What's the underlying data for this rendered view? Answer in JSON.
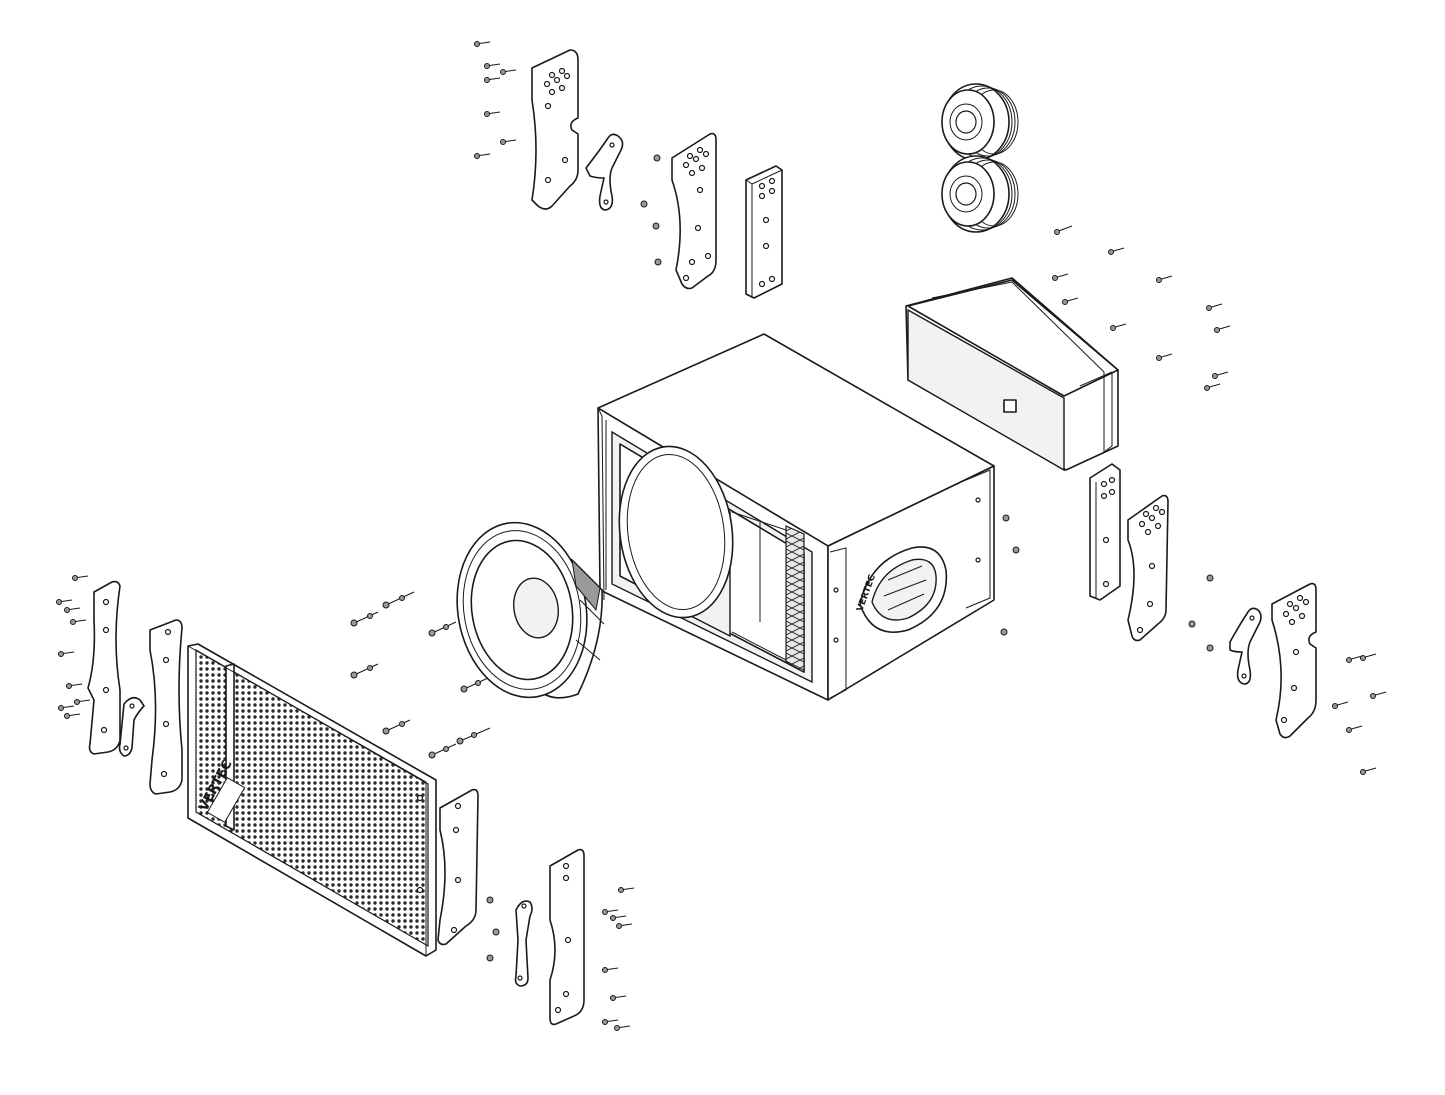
{
  "diagram": {
    "type": "exploded-view",
    "components": [
      "top-left-rigging-plate",
      "top-link-bar",
      "top-mid-rigging-plate",
      "top-rear-rigging-bar",
      "compression-driver-upper",
      "compression-driver-lower",
      "waveguide-horn",
      "cabinet-enclosure",
      "woofer",
      "front-grille",
      "left-rigging-plate-outer",
      "left-link-bar",
      "left-rigging-plate-inner",
      "right-rigging-bar",
      "right-rigging-plate-inner",
      "right-link-bar",
      "right-rigging-plate-outer",
      "bottom-rigging-plate-inner",
      "bottom-link-bar",
      "bottom-rigging-plate-outer"
    ]
  },
  "labels": {
    "grille_brand": "VERTEC",
    "handle_brand": "VERTEC"
  }
}
